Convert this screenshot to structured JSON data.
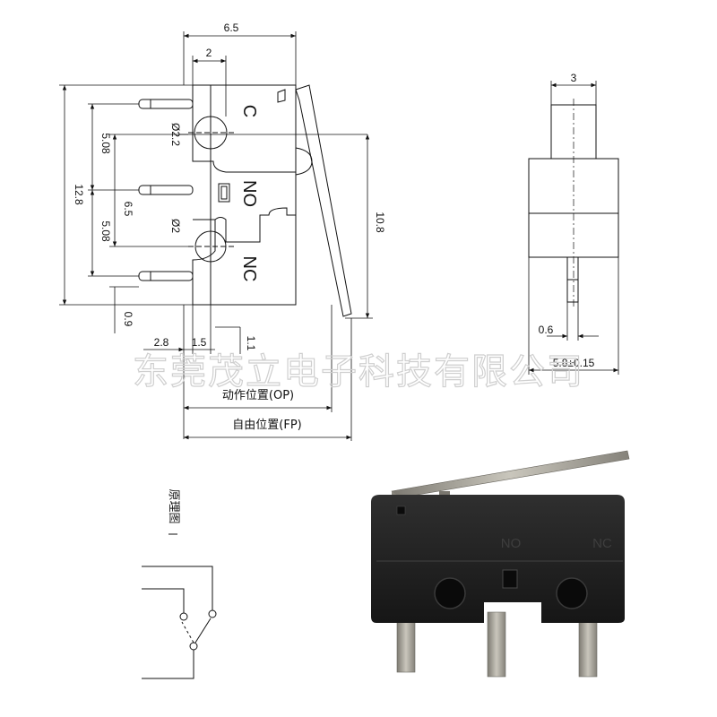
{
  "drawing": {
    "dims": {
      "width_top": "6.5",
      "lead_pitch_top": "2",
      "pitch_upper": "5.08",
      "pitch_lower": "5.08",
      "height_total": "12.8",
      "hole_dia_upper": "Ø2.2",
      "hole_dia_lower": "Ø2",
      "hole_offset": "6.5",
      "op_height": "10.8",
      "lead_bottom": "0.9",
      "offset_left": "2.8",
      "offset_mid": "1.5",
      "offset_small": "1.1",
      "side_top_width": "3",
      "side_pin_width": "0.6",
      "side_body_width": "5.8±0.15"
    },
    "terminals": {
      "c": "C",
      "no": "NO",
      "nc": "NC"
    },
    "positions": {
      "op": "动作位置(OP)",
      "fp": "自由位置(FP)"
    }
  },
  "watermark": "东莞茂立电子科技有限公司",
  "schematic": {
    "title": "原理图"
  },
  "photo": {
    "label_no": "NO",
    "label_nc": "NC"
  }
}
